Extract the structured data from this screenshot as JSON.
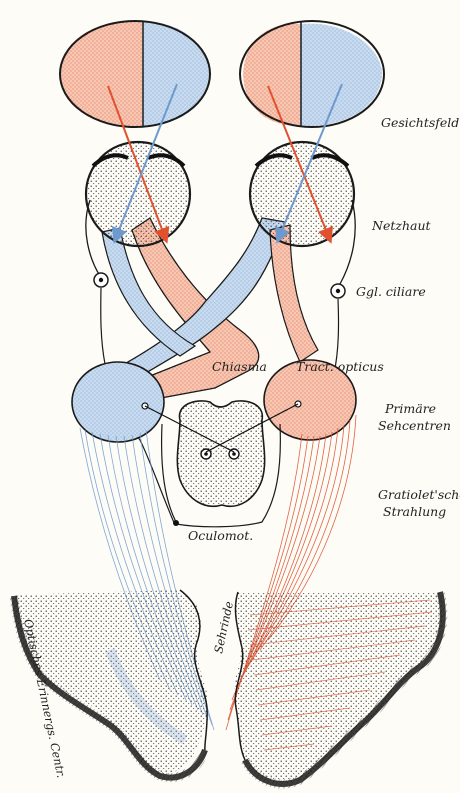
{
  "labels": {
    "visual_field": "Gesichtsfeld",
    "retina": "Netzhaut",
    "ciliary_ganglion": "Ggl. ciliare",
    "optic_tract": "Tract. opticus",
    "chiasma": "Chiasma",
    "primary_centres_line1": "Primäre",
    "primary_centres_line2": "Sehcentren",
    "gratiolet_line1": "Gratiolet'sche",
    "gratiolet_line2": "Strahlung",
    "oculomotor": "Oculomot.",
    "visual_cortex": "Sehrinde",
    "optic_memory_centre": "Optisches Erinnergs. Centr."
  },
  "colors": {
    "red": "#e2512f",
    "blue": "#6d99cf",
    "red_tint": "#f6c7b3",
    "blue_tint": "#c9dbee",
    "ink": "#1b1b1b",
    "paper": "#fdfcf7"
  }
}
